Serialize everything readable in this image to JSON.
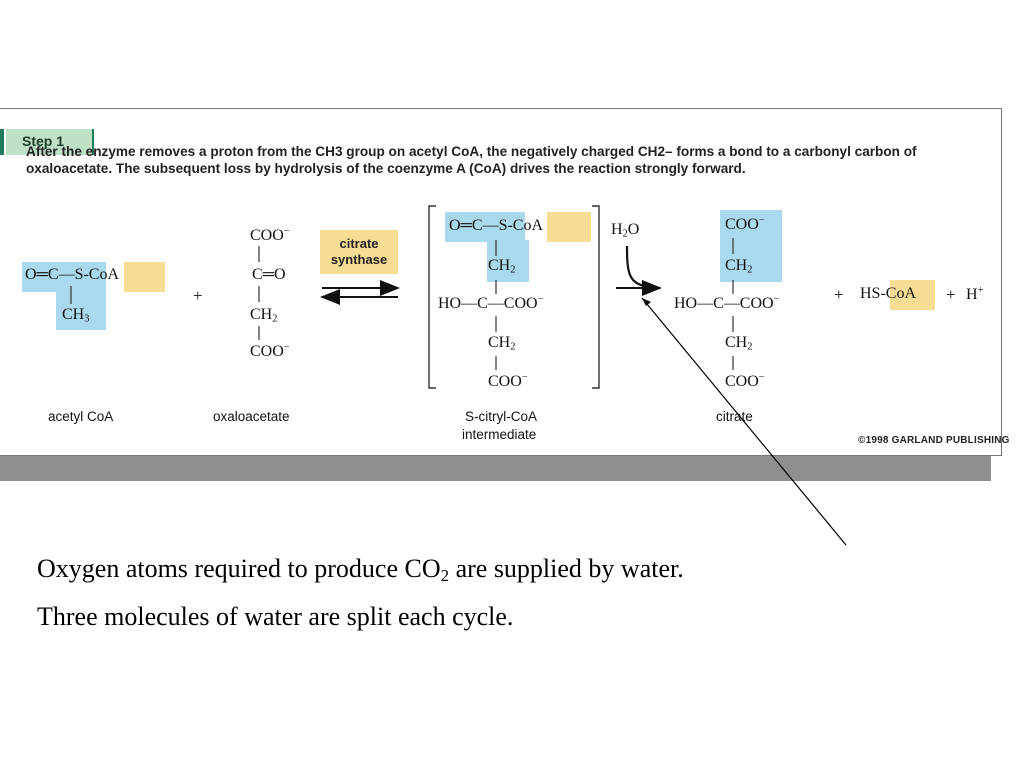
{
  "step": {
    "label": "Step 1",
    "text": "After the enzyme removes a proton from the CH3 group on acetyl CoA, the negatively charged CH2– forms a bond to a carbonyl carbon of oxaloacetate. The subsequent loss by hydrolysis of the coenzyme A (CoA) drives the reaction strongly forward."
  },
  "enzyme": {
    "line1": "citrate",
    "line2": "synthase"
  },
  "labels": {
    "acetyl_coa": "acetyl CoA",
    "oxaloacetate": "oxaloacetate",
    "intermediate_line1": "S-citryl-CoA",
    "intermediate_line2": "intermediate",
    "citrate": "citrate"
  },
  "chem": {
    "coa": "CoA",
    "s_dash": "—S-",
    "o_eq_c": "O═C",
    "ch3": "CH",
    "ch3_sub": "3",
    "coo": "COO",
    "minus": "−",
    "c_eq_o": "C═O",
    "ch2": "CH",
    "ch2_sub": "2",
    "ho_c": "HO—C—",
    "h2o_h": "H",
    "h2o_sub": "2",
    "h2o_o": "O",
    "hs": "HS-",
    "h": "H",
    "plus": "+"
  },
  "copyright": "©1998 GARLAND PUBLISHING",
  "note": {
    "line1_a": "Oxygen atoms required to produce CO",
    "line1_sub": "2",
    "line1_b": " are supplied by water.",
    "line2": "Three molecules of water are split each cycle."
  },
  "colors": {
    "highlight_blue": "#a9d9ec",
    "highlight_yellow": "#f7dc93",
    "step_green": "#1e7b5b"
  }
}
